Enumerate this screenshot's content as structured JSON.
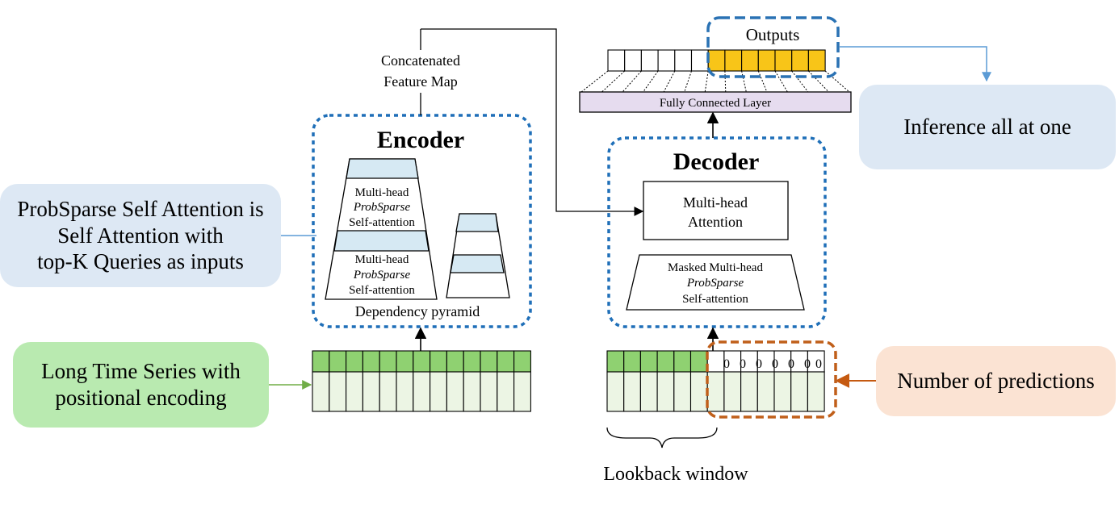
{
  "callouts": {
    "probsparse": "ProbSparse Self Attention is\nSelf Attention with\ntop-K Queries as inputs",
    "long_series": "Long Time Series with\npositional encoding",
    "inference": "Inference all at one",
    "num_predictions": "Number of predictions"
  },
  "encoder": {
    "title": "Encoder",
    "block1": [
      "Multi-head",
      "ProbSparse",
      "Self-attention"
    ],
    "block2": [
      "Multi-head",
      "ProbSparse",
      "Self-attention"
    ],
    "pyramid_label": "Dependency pyramid"
  },
  "concat": [
    "Concatenated",
    "Feature Map"
  ],
  "decoder": {
    "title": "Decoder",
    "attention": [
      "Multi-head",
      "Attention"
    ],
    "masked": [
      "Masked Multi-head",
      "ProbSparse",
      "Self-attention"
    ]
  },
  "fc_layer": "Fully Connected Layer",
  "outputs": "Outputs",
  "zero_cells": [
    "0",
    "0",
    "0",
    "0",
    "0",
    "0",
    "0"
  ],
  "lookback": "Lookback window",
  "colors": {
    "dashed_blue": "#1f6fb8",
    "dashed_orange": "#c05f1a",
    "cell_green": "#8fd171",
    "cell_light": "#ecf5e4",
    "output_yellow": "#f8c518",
    "fc_purple": "#e6dcef",
    "pyramid_fill": "#d6e9f3",
    "arrow_blue": "#5b9bd5",
    "arrow_orange": "#c55a11",
    "arrow_green": "#70ad47"
  }
}
